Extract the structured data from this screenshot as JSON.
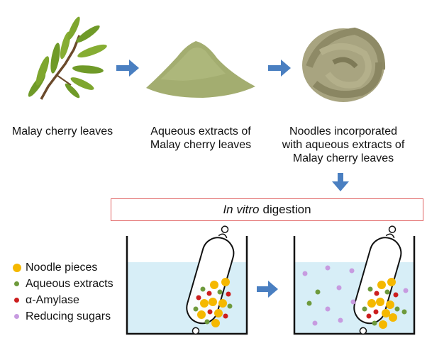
{
  "steps": [
    {
      "label_lines": [
        "Malay cherry leaves"
      ]
    },
    {
      "label_lines": [
        "Aqueous extracts of",
        "Malay cherry leaves"
      ]
    },
    {
      "label_lines": [
        "Noodles incorporated",
        "with aqueous extracts of",
        "Malay cherry leaves"
      ]
    }
  ],
  "digestion": {
    "title_italic": "In vitro",
    "title_rest": "digestion"
  },
  "legend": [
    {
      "label": "Noodle pieces",
      "color": "#f5b800"
    },
    {
      "label": "Aqueous extracts",
      "color": "#6e9a3c"
    },
    {
      "label": "α-Amylase",
      "color": "#cc1e1e"
    },
    {
      "label": "Reducing sugars",
      "color": "#c79be0"
    }
  ],
  "colors": {
    "arrow": "#4a7fc1",
    "water": "#d7eef7",
    "box_border": "#e06060"
  }
}
